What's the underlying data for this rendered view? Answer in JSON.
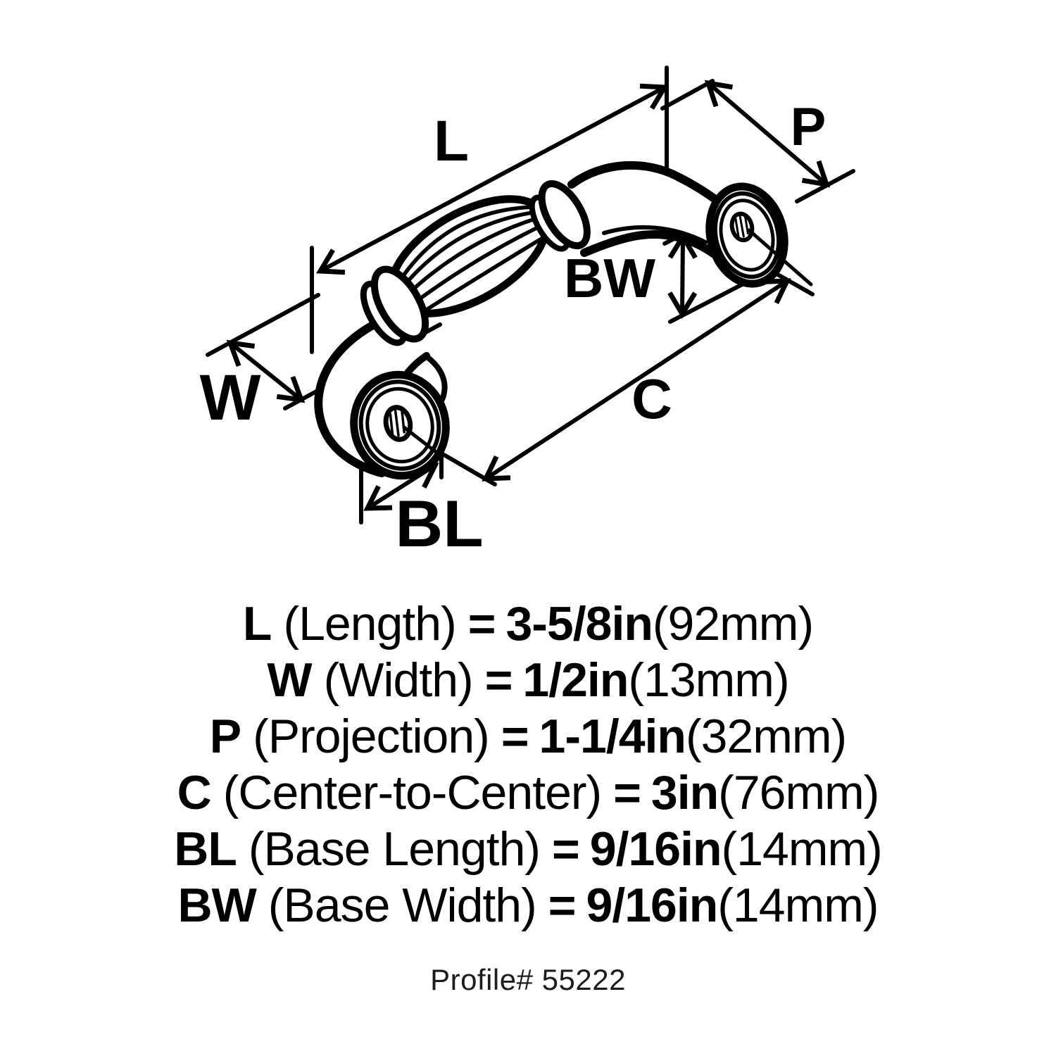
{
  "diagram": {
    "labels": {
      "length": "L",
      "width": "W",
      "projection": "P",
      "center_to_center": "C",
      "base_length": "BL",
      "base_width": "BW"
    },
    "colors": {
      "line": "#000000",
      "background": "#ffffff",
      "text": "#000000"
    }
  },
  "specs": [
    {
      "symbol": "L",
      "name": "(Length)",
      "eq": "=",
      "imperial": "3-5/8in",
      "metric": "(92mm)"
    },
    {
      "symbol": "W",
      "name": "(Width)",
      "eq": "=",
      "imperial": "1/2in",
      "metric": "(13mm)"
    },
    {
      "symbol": "P",
      "name": "(Projection)",
      "eq": "=",
      "imperial": "1-1/4in",
      "metric": "(32mm)"
    },
    {
      "symbol": "C",
      "name": "(Center-to-Center)",
      "eq": "=",
      "imperial": "3in",
      "metric": "(76mm)"
    },
    {
      "symbol": "BL",
      "name": "(Base Length)",
      "eq": "=",
      "imperial": "9/16in",
      "metric": "(14mm)"
    },
    {
      "symbol": "BW",
      "name": "(Base Width)",
      "eq": "=",
      "imperial": "9/16in",
      "metric": "(14mm)"
    }
  ],
  "footer": {
    "profile_label": "Profile# 55222"
  }
}
